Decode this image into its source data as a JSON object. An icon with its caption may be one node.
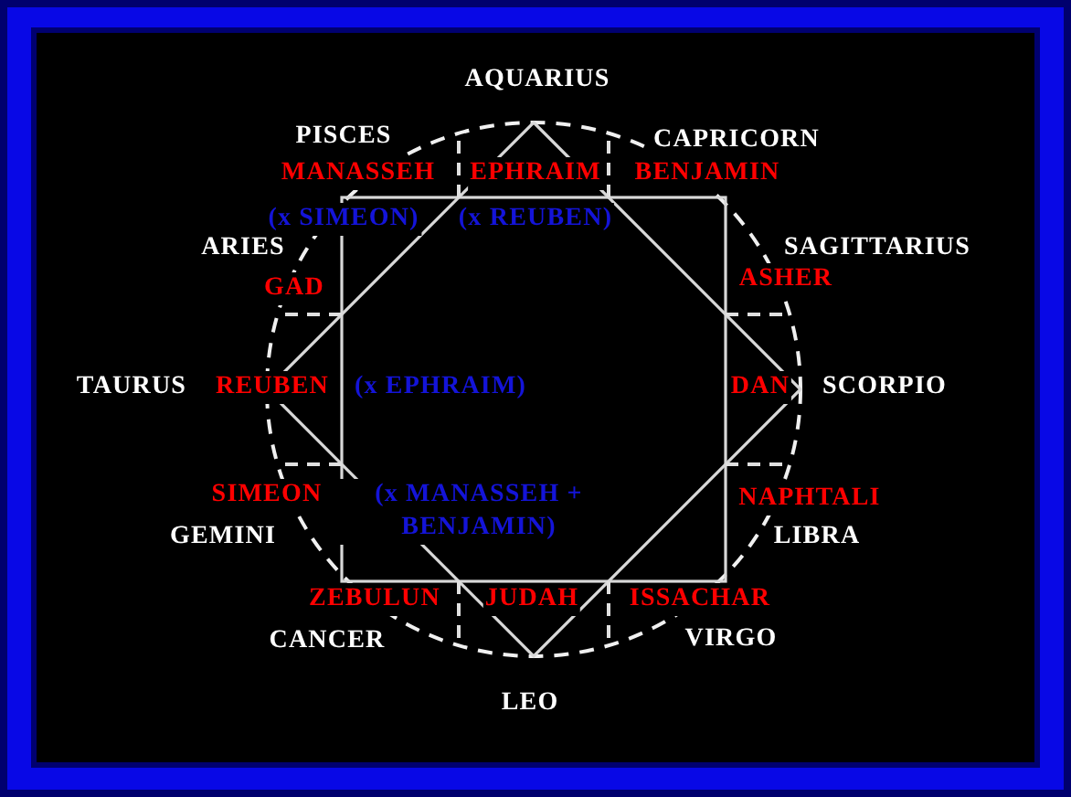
{
  "diagram": {
    "labels": [
      "AQUARIUS",
      "PISCES",
      "CAPRICORN",
      "MANASSEH",
      "EPHRAIM",
      "BENJAMIN",
      "(x SIMEON)",
      "(x REUBEN)",
      "ARIES",
      "SAGITTARIUS",
      "GAD",
      "ASHER",
      "TAURUS",
      "REUBEN",
      "(x EPHRAIM)",
      "DAN",
      "SCORPIO",
      "SIMEON",
      "(x MANASSEH + BENJAMIN)",
      "NAPHTALI",
      "GEMINI",
      "LIBRA",
      "ZEBULUN",
      "JUDAH",
      "ISSACHAR",
      "CANCER",
      "VIRGO",
      "LEO"
    ]
  }
}
